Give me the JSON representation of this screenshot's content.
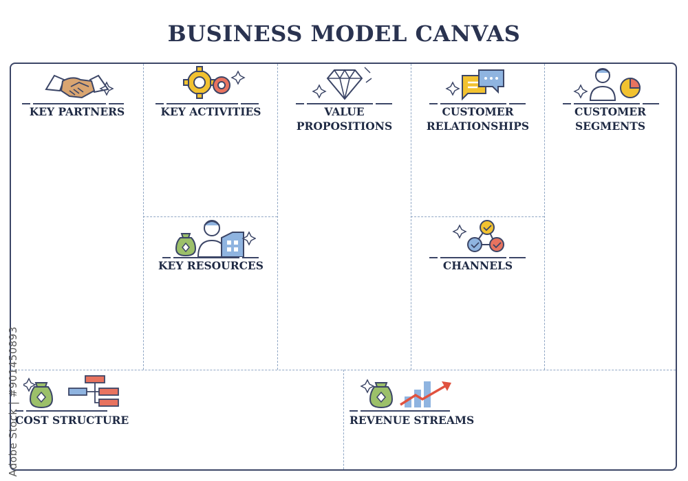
{
  "title": "BUSINESS MODEL CANVAS",
  "sections": {
    "key_partners": {
      "label": "KEY PARTNERS",
      "icon": "handshake-icon"
    },
    "key_activities": {
      "label": "KEY ACTIVITIES",
      "icon": "gears-icon"
    },
    "value_propositions": {
      "label": "VALUE\nPROPOSITIONS",
      "icon": "diamond-icon"
    },
    "customer_relationships": {
      "label": "CUSTOMER\nRELATIONSHIPS",
      "icon": "chat-bubbles-icon"
    },
    "customer_segments": {
      "label": "CUSTOMER\nSEGMENTS",
      "icon": "person-pie-chart-icon"
    },
    "key_resources": {
      "label": "KEY RESOURCES",
      "icon": "resources-icon"
    },
    "channels": {
      "label": "CHANNELS",
      "icon": "network-nodes-icon"
    },
    "cost_structure": {
      "label": "COST STRUCTURE",
      "icon": "money-bag-flowchart-icon"
    },
    "revenue_streams": {
      "label": "REVENUE STREAMS",
      "icon": "money-bag-growth-icon"
    }
  },
  "watermark": "Adobe Stock | #901450893",
  "colors": {
    "outline": "#3b4566",
    "dashed_divider": "#8fa6c4",
    "gold": "#f2c230",
    "salmon": "#e8735f",
    "green": "#9cc06a",
    "blue": "#8fb4e0",
    "red_arrow": "#e0523f"
  }
}
